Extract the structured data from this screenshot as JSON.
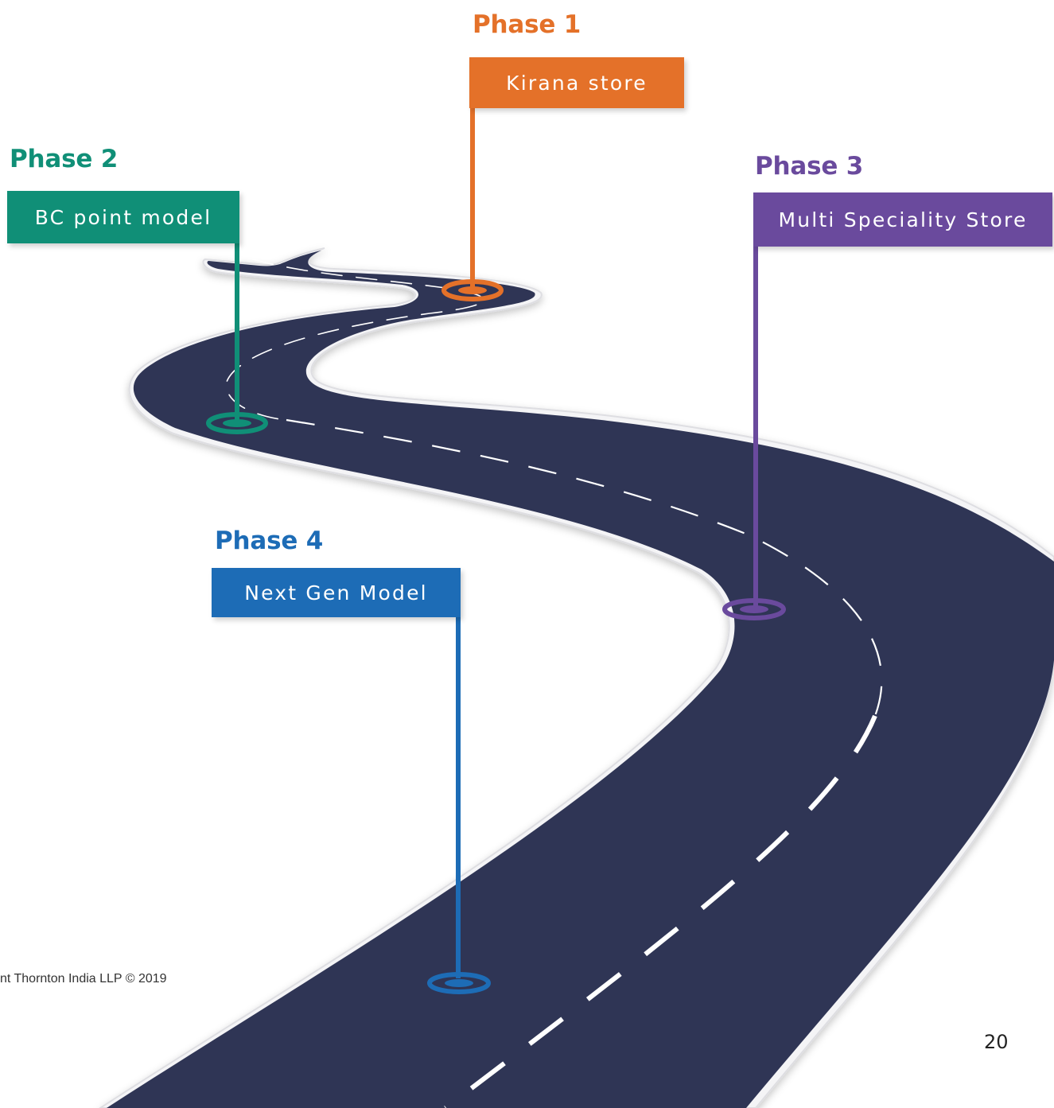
{
  "phases": [
    {
      "title": "Phase 1",
      "label": "Kirana store",
      "color": "#e47129"
    },
    {
      "title": "Phase 2",
      "label": "BC point model",
      "color": "#108f77"
    },
    {
      "title": "Phase 3",
      "label": "Multi Speciality Store",
      "color": "#6a4a9d"
    },
    {
      "title": "Phase 4",
      "label": "Next Gen Model",
      "color": "#1d6cb6"
    }
  ],
  "road_color": "#2f3555",
  "footer": "nt Thornton India LLP ©  2019",
  "page_number": "20"
}
